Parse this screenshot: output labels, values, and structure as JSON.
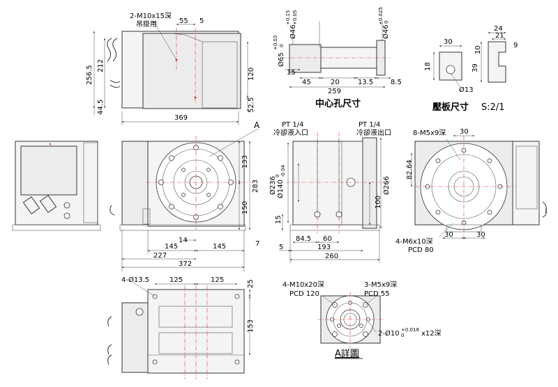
{
  "drawing": {
    "top_view": {
      "dims": {
        "lift_thread": "2-M10x15深",
        "lift_note": "吊掛用",
        "d55": "55",
        "d5": "5",
        "h256": "256.5",
        "h212": "212",
        "h44": "44.5",
        "h120": "120",
        "h52": "52.5",
        "w369": "369"
      }
    },
    "bore_view": {
      "dims": {
        "d46a": "Ø46",
        "d46a_tol_up": "+0.15",
        "d46a_tol_dn": "+0.05",
        "d46b": "Ø46",
        "d46b_tol_up": "+0.025",
        "d46b_tol_dn": "0",
        "d65": "Ø65",
        "d65_tol_up": "+0.03",
        "d65_tol_dn": "0",
        "d15": "15",
        "d45": "45",
        "d20": "20",
        "d13_5": "13.5",
        "d8_5": "8.5",
        "d259": "259"
      },
      "title": "中心孔尺寸"
    },
    "clamp_view": {
      "dims": {
        "d30": "30",
        "d24": "24",
        "d21": "21",
        "d9": "9",
        "d10": "10",
        "d18": "18",
        "d39": "39",
        "d13": "Ø13"
      },
      "title": "壓板尺寸",
      "scale": "S:2/1"
    },
    "front_view": {
      "detail_mark": "A",
      "dims": {
        "d133": "133",
        "d283": "283",
        "d150": "150",
        "d7": "7",
        "d14": "14",
        "d145a": "145",
        "d145b": "145",
        "d227": "227",
        "d372": "372"
      }
    },
    "side_view": {
      "inlet_label": "PT 1/4",
      "inlet_note": "冷卻液入口",
      "outlet_label": "PT 1/4",
      "outlet_note": "冷卻液出口",
      "dims": {
        "d236": "Ø236",
        "d140": "Ø140",
        "d140_tol_up": "0",
        "d140_tol_dn": "-0.04",
        "d266": "Ø266",
        "d100": "100",
        "d15": "15",
        "d5": "5",
        "d84_5": "84.5",
        "d60": "60",
        "d193": "193",
        "d260": "260"
      }
    },
    "rear_view": {
      "dims": {
        "holes_top": "8-M5x9深",
        "d30a": "30",
        "d82_64": "82.64",
        "holes_bot": "4-M6x10深",
        "pcd80": "PCD 80",
        "d30b": "30",
        "d30c": "30"
      }
    },
    "bottom_view": {
      "dims": {
        "holes": "4-Ø13.5",
        "d125a": "125",
        "d125b": "125",
        "d25": "25",
        "d153": "153"
      }
    },
    "detail_a": {
      "holes_m10": "4-M10x20深",
      "pcd120": "PCD 120",
      "holes_m5": "3-M5x9深",
      "pcd55": "PCD 55",
      "pin_holes": "2-Ø10",
      "pin_tol_up": "+0.018",
      "pin_tol_dn": "0",
      "pin_depth": "x12深",
      "title": "A詳圖"
    }
  }
}
